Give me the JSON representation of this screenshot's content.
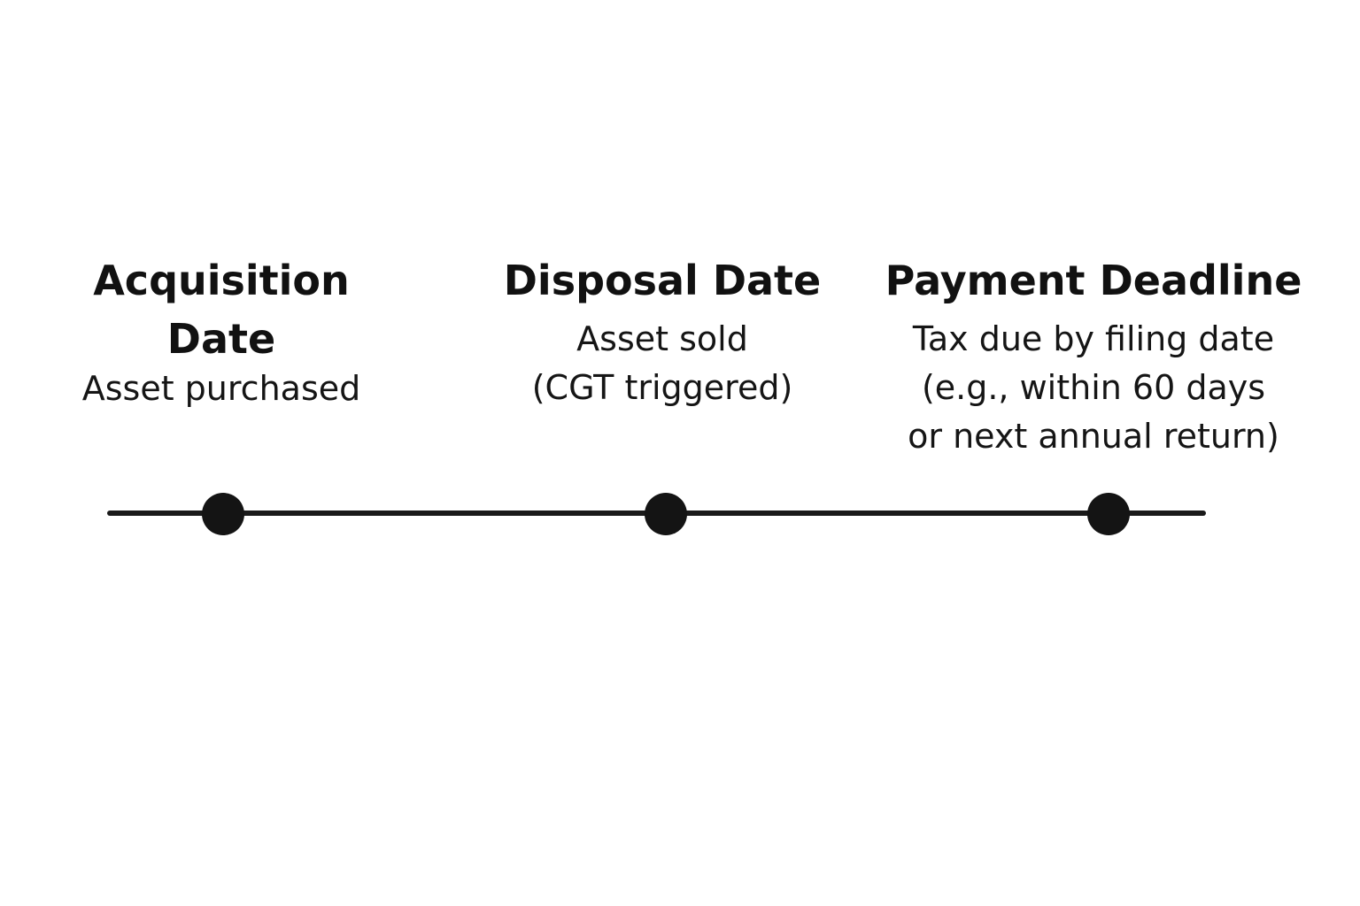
{
  "milestones": [
    {
      "title_lines": [
        "Acquisition",
        "Date"
      ],
      "description_lines": [
        "Asset purchased"
      ]
    },
    {
      "title_lines": [
        "Disposal Date"
      ],
      "description_lines": [
        "Asset sold",
        "(CGT triggered)"
      ]
    },
    {
      "title_lines": [
        "Payment Deadline"
      ],
      "description_lines": [
        "Tax due by filing date",
        "(e.g., within 60 days",
        "or next annual return)"
      ]
    }
  ],
  "colors": {
    "line": "#1a1a1a",
    "dot": "#141414",
    "text": "#111111",
    "background": "#ffffff"
  }
}
